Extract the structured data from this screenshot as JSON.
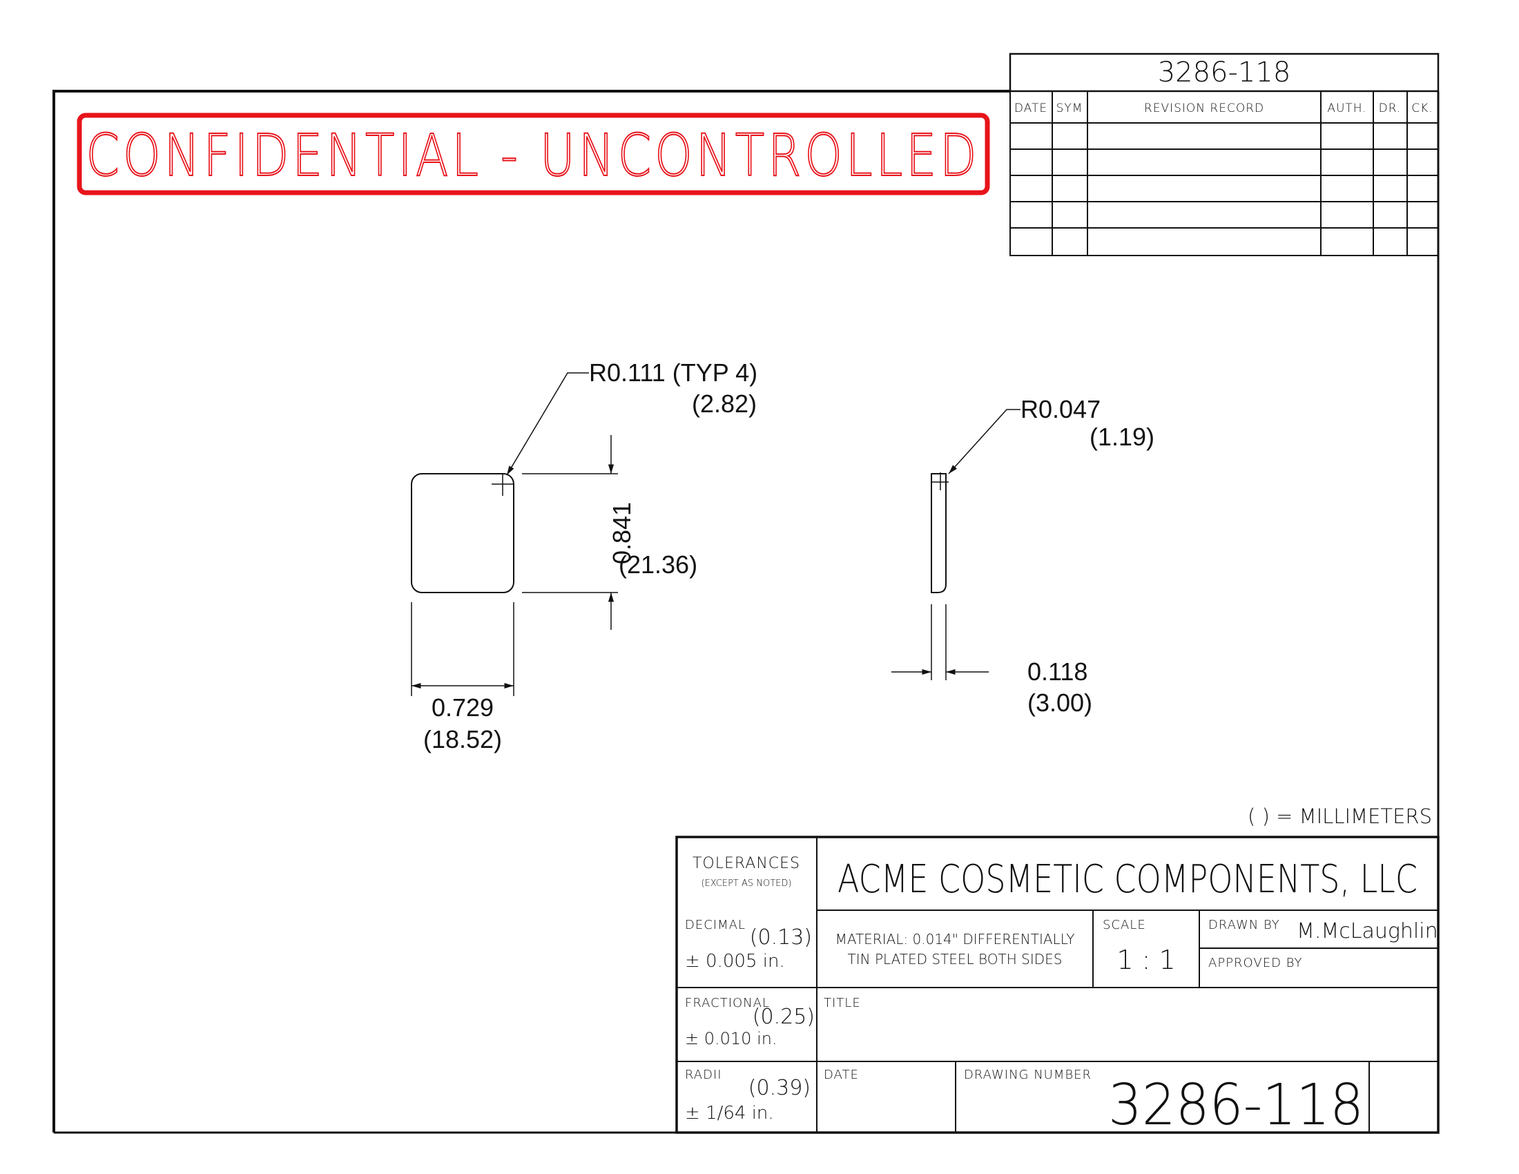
{
  "top_drawing_number": "3286-118",
  "confidential_stamp": "CONFIDENTIAL - UNCONTROLLED",
  "revision_block": {
    "headers": {
      "date": "DATE",
      "sym": "SYM",
      "record": "REVISION RECORD",
      "auth": "AUTH.",
      "dr": "DR.",
      "ck": "CK."
    },
    "rows": 5
  },
  "drawing": {
    "front_view": {
      "radius": "R0.111 (TYP 4)",
      "radius_mm": "(2.82)",
      "height": "0.841",
      "height_mm": "(21.36)",
      "width": "0.729",
      "width_mm": "(18.52)"
    },
    "side_view": {
      "radius": "R0.047",
      "radius_mm": "(1.19)",
      "thickness": "0.118",
      "thickness_mm": "(3.00)"
    },
    "units_note": "( ) = MILLIMETERS"
  },
  "title_block": {
    "tolerances_title": "TOLERANCES",
    "tolerances_sub": "(EXCEPT AS NOTED)",
    "decimal_label": "DECIMAL",
    "decimal_mm": "(0.13)",
    "decimal_value": "± 0.005  in.",
    "fractional_label": "FRACTIONAL",
    "fractional_mm": "(0.25)",
    "fractional_value": "± 0.010  in.",
    "radii_label": "RADII",
    "radii_mm": "(0.39)",
    "radii_value": "± 1/64  in.",
    "company": "ACME COSMETIC COMPONENTS, LLC",
    "material_line1": "MATERIAL: 0.014\" DIFFERENTIALLY",
    "material_line2": "TIN PLATED STEEL BOTH SIDES",
    "scale_label": "SCALE",
    "scale_value": "1 : 1",
    "drawn_by_label": "DRAWN BY",
    "drawn_by_value": "M.McLaughlin",
    "approved_by_label": "APPROVED BY",
    "title_label": "TITLE",
    "date_label": "DATE",
    "drawing_number_label": "DRAWING NUMBER",
    "drawing_number": "3286-118"
  },
  "colors": {
    "stamp": "#e8141b",
    "line": "#111111"
  }
}
